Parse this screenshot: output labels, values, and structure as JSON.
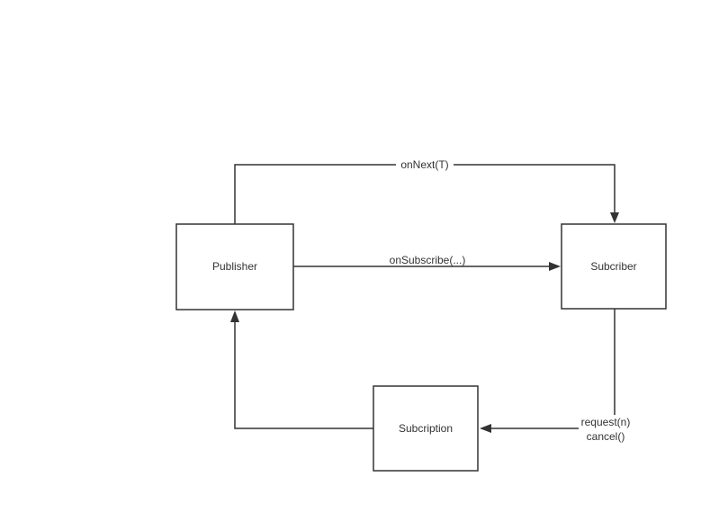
{
  "nodes": {
    "publisher": {
      "label": "Publisher"
    },
    "subscriber": {
      "label": "Subcriber"
    },
    "subscription": {
      "label": "Subcription"
    }
  },
  "edges": {
    "on_next": {
      "label": "onNext(T)"
    },
    "on_subscribe": {
      "label": "onSubscribe(...)"
    },
    "request": {
      "label_line1": "request(n)",
      "label_line2": "cancel()"
    },
    "subscription_to_publisher": {}
  },
  "colors": {
    "stroke": "#333333",
    "background": "#ffffff"
  }
}
